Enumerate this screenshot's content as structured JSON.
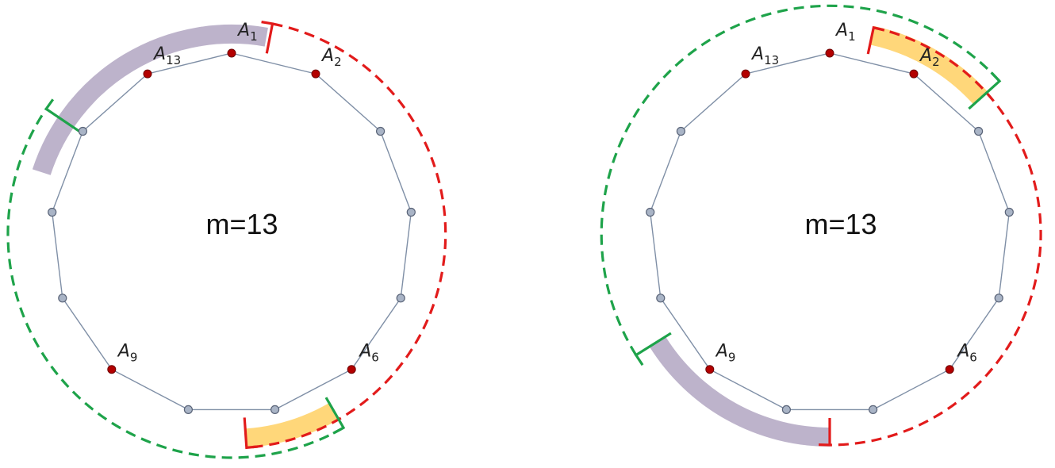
{
  "colors": {
    "red": "#e21b1b",
    "green": "#1ea34a",
    "band_gray": "#bdb3cb",
    "band_yellow": "#ffd77a"
  },
  "panels": [
    {
      "name": "left",
      "center_label": "m=13",
      "red_vertices": [
        1,
        2,
        6,
        9,
        13
      ],
      "labels": [
        {
          "vertex": 1,
          "base": "A",
          "sub": "1"
        },
        {
          "vertex": 2,
          "base": "A",
          "sub": "2"
        },
        {
          "vertex": 6,
          "base": "A",
          "sub": "6"
        },
        {
          "vertex": 9,
          "base": "A",
          "sub": "9"
        },
        {
          "vertex": 13,
          "base": "A",
          "sub": "13"
        }
      ]
    },
    {
      "name": "right",
      "center_label": "m=13",
      "red_vertices": [
        1,
        2,
        6,
        9,
        13
      ],
      "labels": [
        {
          "vertex": 1,
          "base": "A",
          "sub": "1"
        },
        {
          "vertex": 2,
          "base": "A",
          "sub": "2"
        },
        {
          "vertex": 6,
          "base": "A",
          "sub": "6"
        },
        {
          "vertex": 9,
          "base": "A",
          "sub": "9"
        },
        {
          "vertex": 13,
          "base": "A",
          "sub": "13"
        }
      ]
    }
  ]
}
